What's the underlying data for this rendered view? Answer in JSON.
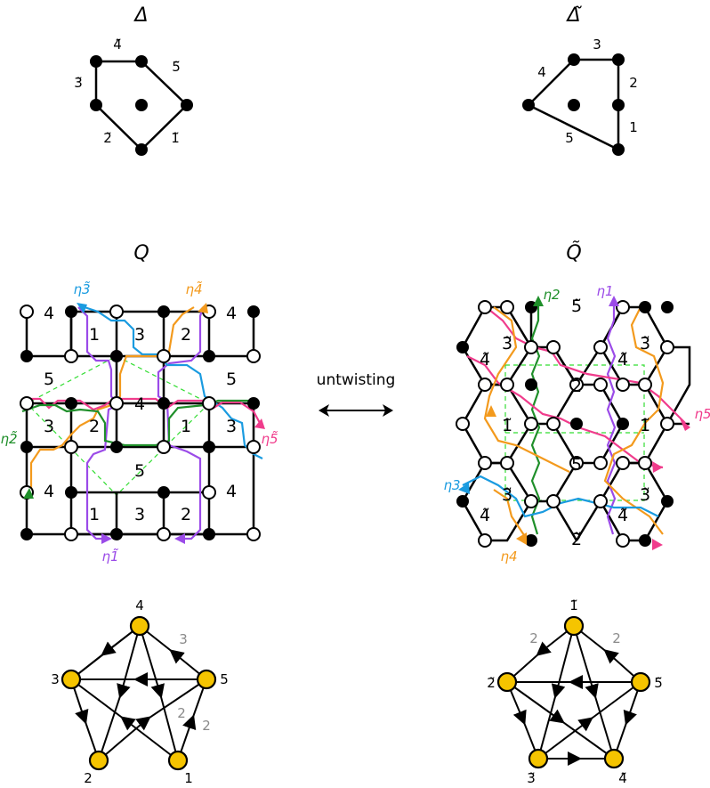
{
  "titles": {
    "delta": "Δ",
    "delta_tilde": "Δ̃",
    "Q": "Q",
    "Q_tilde": "Q̃"
  },
  "polygon_left": {
    "edges": [
      "4̃",
      "5̃",
      "3̃",
      "2̃",
      "1̃"
    ]
  },
  "polygon_right": {
    "edges": [
      "3",
      "4",
      "2",
      "1",
      "5"
    ]
  },
  "middle_label": "untwisting",
  "tiling_left": {
    "faces": [
      "4",
      "1",
      "3",
      "2",
      "4",
      "5",
      "5",
      "4",
      "3",
      "2",
      "1",
      "3",
      "5",
      "4",
      "1",
      "3",
      "2",
      "4"
    ],
    "paths": [
      {
        "label": "η3̃",
        "color": "#1a9be0"
      },
      {
        "label": "η4̃",
        "color": "#f39a1d"
      },
      {
        "label": "η2̃",
        "color": "#1f8f2a"
      },
      {
        "label": "η5̃",
        "color": "#f03c8c"
      },
      {
        "label": "η1̃",
        "color": "#9b4be8"
      }
    ]
  },
  "tiling_right": {
    "faces": [
      "5̃",
      "3̃",
      "3̃",
      "4̃",
      "4̃",
      "2̃",
      "1̃",
      "1̃",
      "5̃",
      "3̃",
      "3̃",
      "4̃",
      "4̃",
      "2̃"
    ],
    "paths": [
      {
        "label": "η2",
        "color": "#1f8f2a"
      },
      {
        "label": "η1",
        "color": "#9b4be8"
      },
      {
        "label": "η5",
        "color": "#f03c8c"
      },
      {
        "label": "η3",
        "color": "#1a9be0"
      },
      {
        "label": "η4",
        "color": "#f39a1d"
      }
    ]
  },
  "quiver_left": {
    "nodes": [
      "4",
      "3",
      "5",
      "2",
      "1"
    ],
    "multiplicities": [
      "3",
      "2",
      "2"
    ]
  },
  "quiver_right": {
    "nodes": [
      "1̃",
      "2̃",
      "5̃",
      "3̃",
      "4̃"
    ],
    "multiplicities": [
      "2",
      "2"
    ]
  },
  "colors": {
    "blue": "#1a9be0",
    "orange": "#f39a1d",
    "green": "#1f8f2a",
    "pink": "#f03c8c",
    "purple": "#9b4be8",
    "yellow": "#f5c400"
  }
}
